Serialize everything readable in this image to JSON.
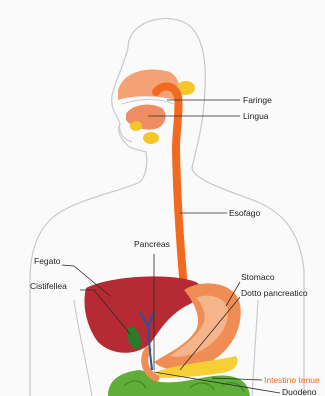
{
  "labels": {
    "faringe": "Faringe",
    "lingua": "Lingua",
    "esofago": "Esofago",
    "pancreas": "Pancreas",
    "fegato": "Fegato",
    "cistifellea": "Cistifellea",
    "stomaco": "Stomaco",
    "dotto_pancreatico": "Dotto pancreatico",
    "intestino_tenue": "Intestino tenue",
    "duodeno": "Duodeno"
  },
  "colors": {
    "outline": "#c9c9c9",
    "esophagus": "#f26a1f",
    "tongue": "#f08c62",
    "salivary": "#f6c52a",
    "liver": "#b52a33",
    "gallbladder": "#2a7a2a",
    "bile_duct": "#1f57a3",
    "stomach": "#f08d55",
    "stomach_inner": "#f5b48a",
    "pancreas": "#f6cf35",
    "intestine": "#5fae3a",
    "accent_label": "#ef6a1b"
  }
}
